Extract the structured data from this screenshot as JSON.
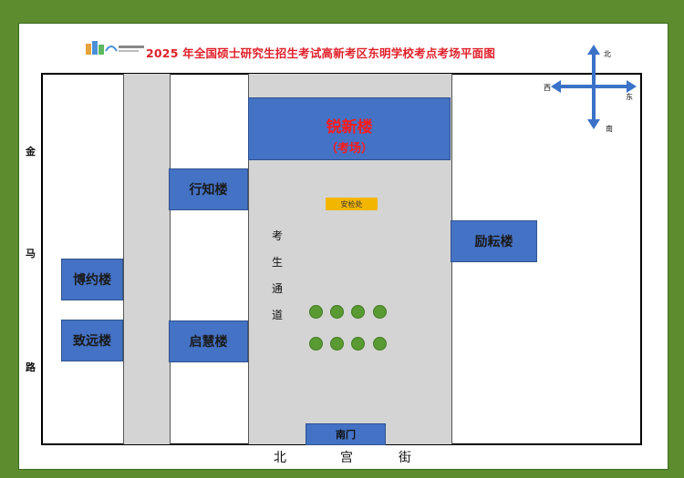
{
  "title": "2025 年全国硕士研究生招生考试高新考区东明学校考点考场平面图",
  "buildings": {
    "main_name": "锐新楼",
    "main_note": "（考场）",
    "xingzhi": "行知楼",
    "qihui": "启慧楼",
    "boyue": "博约楼",
    "zhiyuan": "致远楼",
    "liyun": "励耘楼",
    "south_gate": "南门"
  },
  "checkpoint": "安检处",
  "channel_chars": [
    "考",
    "生",
    "通",
    "道"
  ],
  "west_road_chars": [
    "金",
    "马",
    "路"
  ],
  "south_street_chars": [
    "北",
    "宫",
    "街"
  ],
  "compass": {
    "north": "北",
    "south": "南",
    "east": "东",
    "west": "西"
  },
  "colors": {
    "building_blue": "#4472c4",
    "road_gray": "#d4d4d4",
    "title_red": "#e0202a",
    "checkpoint_yellow": "#f2b600",
    "tree_green": "#5a9a32",
    "frame_green": "#5c8c2e"
  },
  "trees_count": 8
}
